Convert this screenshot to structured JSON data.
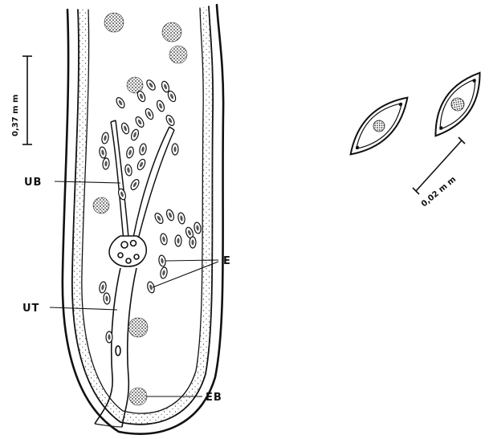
{
  "figure": {
    "labels": {
      "ub": "UB",
      "ut": "UT",
      "e": "E",
      "eb": "EB"
    },
    "scale_bars": {
      "body": "0,37 m m",
      "egg": "0,02 m m"
    }
  },
  "colors": {
    "ink": "#111111",
    "paper": "#ffffff",
    "stipple": "#555555"
  }
}
